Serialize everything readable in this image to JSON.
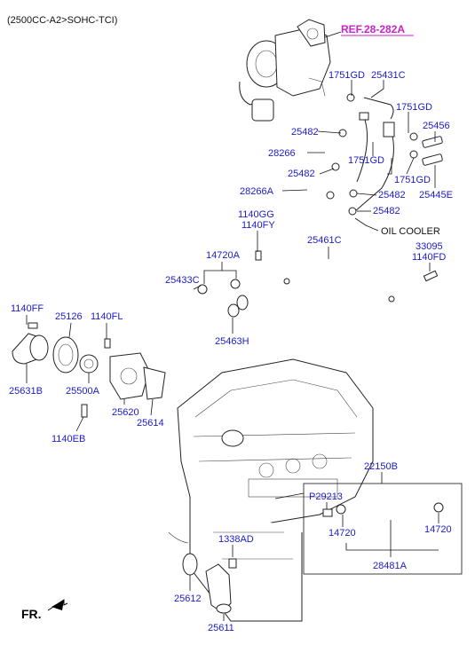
{
  "header": {
    "variant": "(2500CC-A2>SOHC-TCI)"
  },
  "reference": {
    "label": "REF.28-282A",
    "color": "#cc22cc"
  },
  "direction": {
    "label": "FR."
  },
  "note": {
    "oil_cooler": "OIL COOLER"
  },
  "colors": {
    "part_label": "#1a1acc",
    "lines": "#111111"
  },
  "callouts": {
    "c1751gd_a": "1751GD",
    "c25431c": "25431C",
    "c1751gd_b": "1751GD",
    "c25456": "25456",
    "c25482_a": "25482",
    "c28266": "28266",
    "c1751gd_c": "1751GD",
    "c25482_b": "25482",
    "c1751gd_d": "1751GD",
    "c25445e": "25445E",
    "c28266a": "28266A",
    "c25482_c": "25482",
    "c25482_d": "25482",
    "c1140gg": "1140GG",
    "c1140fy": "1140FY",
    "c25461c": "25461C",
    "c33095": "33095",
    "c1140fd": "1140FD",
    "c14720a": "14720A",
    "c25433c": "25433C",
    "c25463h": "25463H",
    "c1140ff": "1140FF",
    "c25126": "25126",
    "c1140fl": "1140FL",
    "c25631b": "25631B",
    "c25500a": "25500A",
    "c25620": "25620",
    "c25614": "25614",
    "c1140eb": "1140EB",
    "c22150b": "22150B",
    "cp29213": "P29213",
    "c14720_a": "14720",
    "c14720_b": "14720",
    "c28481a": "28481A",
    "c1338ad": "1338AD",
    "c25612": "25612",
    "c25611": "25611"
  }
}
